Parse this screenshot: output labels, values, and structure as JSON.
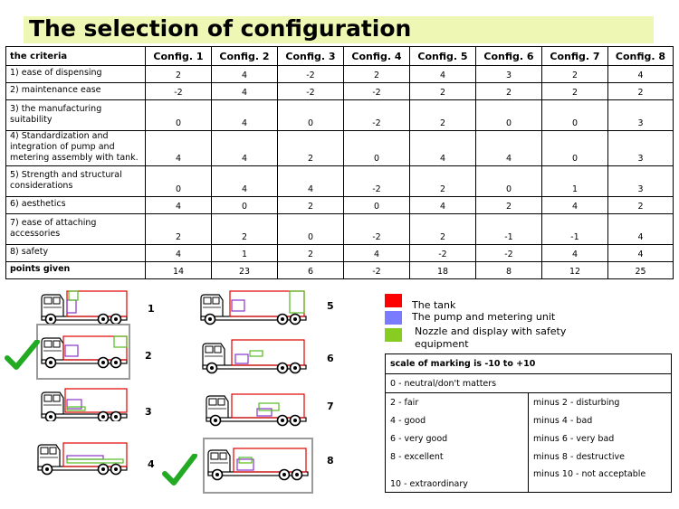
{
  "title": "The selection of configuration",
  "criteria_table": {
    "header_label": "the criteria",
    "configs": [
      "Config. 1",
      "Config. 2",
      "Config. 3",
      "Config. 4",
      "Config. 5",
      "Config. 6",
      "Config. 7",
      "Config. 8"
    ],
    "rows": [
      {
        "label": "1) ease of dispensing",
        "values": [
          "2",
          "4",
          "-2",
          "2",
          "4",
          "3",
          "2",
          "4"
        ]
      },
      {
        "label": "2) maintenance ease",
        "values": [
          "-2",
          "4",
          "-2",
          "-2",
          "2",
          "2",
          "2",
          "2"
        ]
      },
      {
        "label": "3) the manufacturing suitability",
        "values": [
          "0",
          "4",
          "0",
          "-2",
          "2",
          "0",
          "0",
          "3"
        ]
      },
      {
        "label": "4) Standardization and integration of pump and metering assembly with tank.",
        "values": [
          "4",
          "4",
          "2",
          "0",
          "4",
          "4",
          "0",
          "3"
        ]
      },
      {
        "label": "5) Strength and structural considerations",
        "values": [
          "0",
          "4",
          "4",
          "-2",
          "2",
          "0",
          "1",
          "3"
        ]
      },
      {
        "label": "6) aesthetics",
        "values": [
          "4",
          "0",
          "2",
          "0",
          "4",
          "2",
          "4",
          "2"
        ]
      },
      {
        "label": "7) ease of attaching accessories",
        "values": [
          "2",
          "2",
          "0",
          "-2",
          "2",
          "-1",
          "-1",
          "4"
        ]
      },
      {
        "label": "8) safety",
        "values": [
          "4",
          "1",
          "2",
          "4",
          "-2",
          "-2",
          "4",
          "4"
        ]
      }
    ],
    "total": {
      "label": "points given",
      "values": [
        "14",
        "23",
        "6",
        "-2",
        "18",
        "8",
        "12",
        "25"
      ]
    }
  },
  "configurations": [
    {
      "number": "1",
      "selected": false
    },
    {
      "number": "2",
      "selected": true
    },
    {
      "number": "3",
      "selected": false
    },
    {
      "number": "4",
      "selected": false
    },
    {
      "number": "5",
      "selected": false
    },
    {
      "number": "6",
      "selected": false
    },
    {
      "number": "7",
      "selected": false
    },
    {
      "number": "8",
      "selected": true
    }
  ],
  "legend": [
    {
      "label": "The tank",
      "color": "#ff0000"
    },
    {
      "label": "The pump and metering unit",
      "color": "#7b7bff"
    },
    {
      "label": "Nozzle and display with safety equipment",
      "color": "#88cc22"
    }
  ],
  "colors": {
    "tank": "#e00000",
    "pump": "#8833cc",
    "nozzle": "#55bb22",
    "check": "#22aa22",
    "title_bg": "#eef8b4"
  },
  "scale": {
    "title": "scale of marking is -10 to +10",
    "neutral": "0 - neutral/don't matters",
    "positive": [
      "2 - fair",
      "4 - good",
      "6 - very good",
      "8 - excellent",
      "10 - extraordinary"
    ],
    "negative": [
      "minus 2 - disturbing",
      "minus 4 - bad",
      "minus 6 - very bad",
      "minus 8 - destructive",
      "minus 10 - not acceptable"
    ]
  }
}
